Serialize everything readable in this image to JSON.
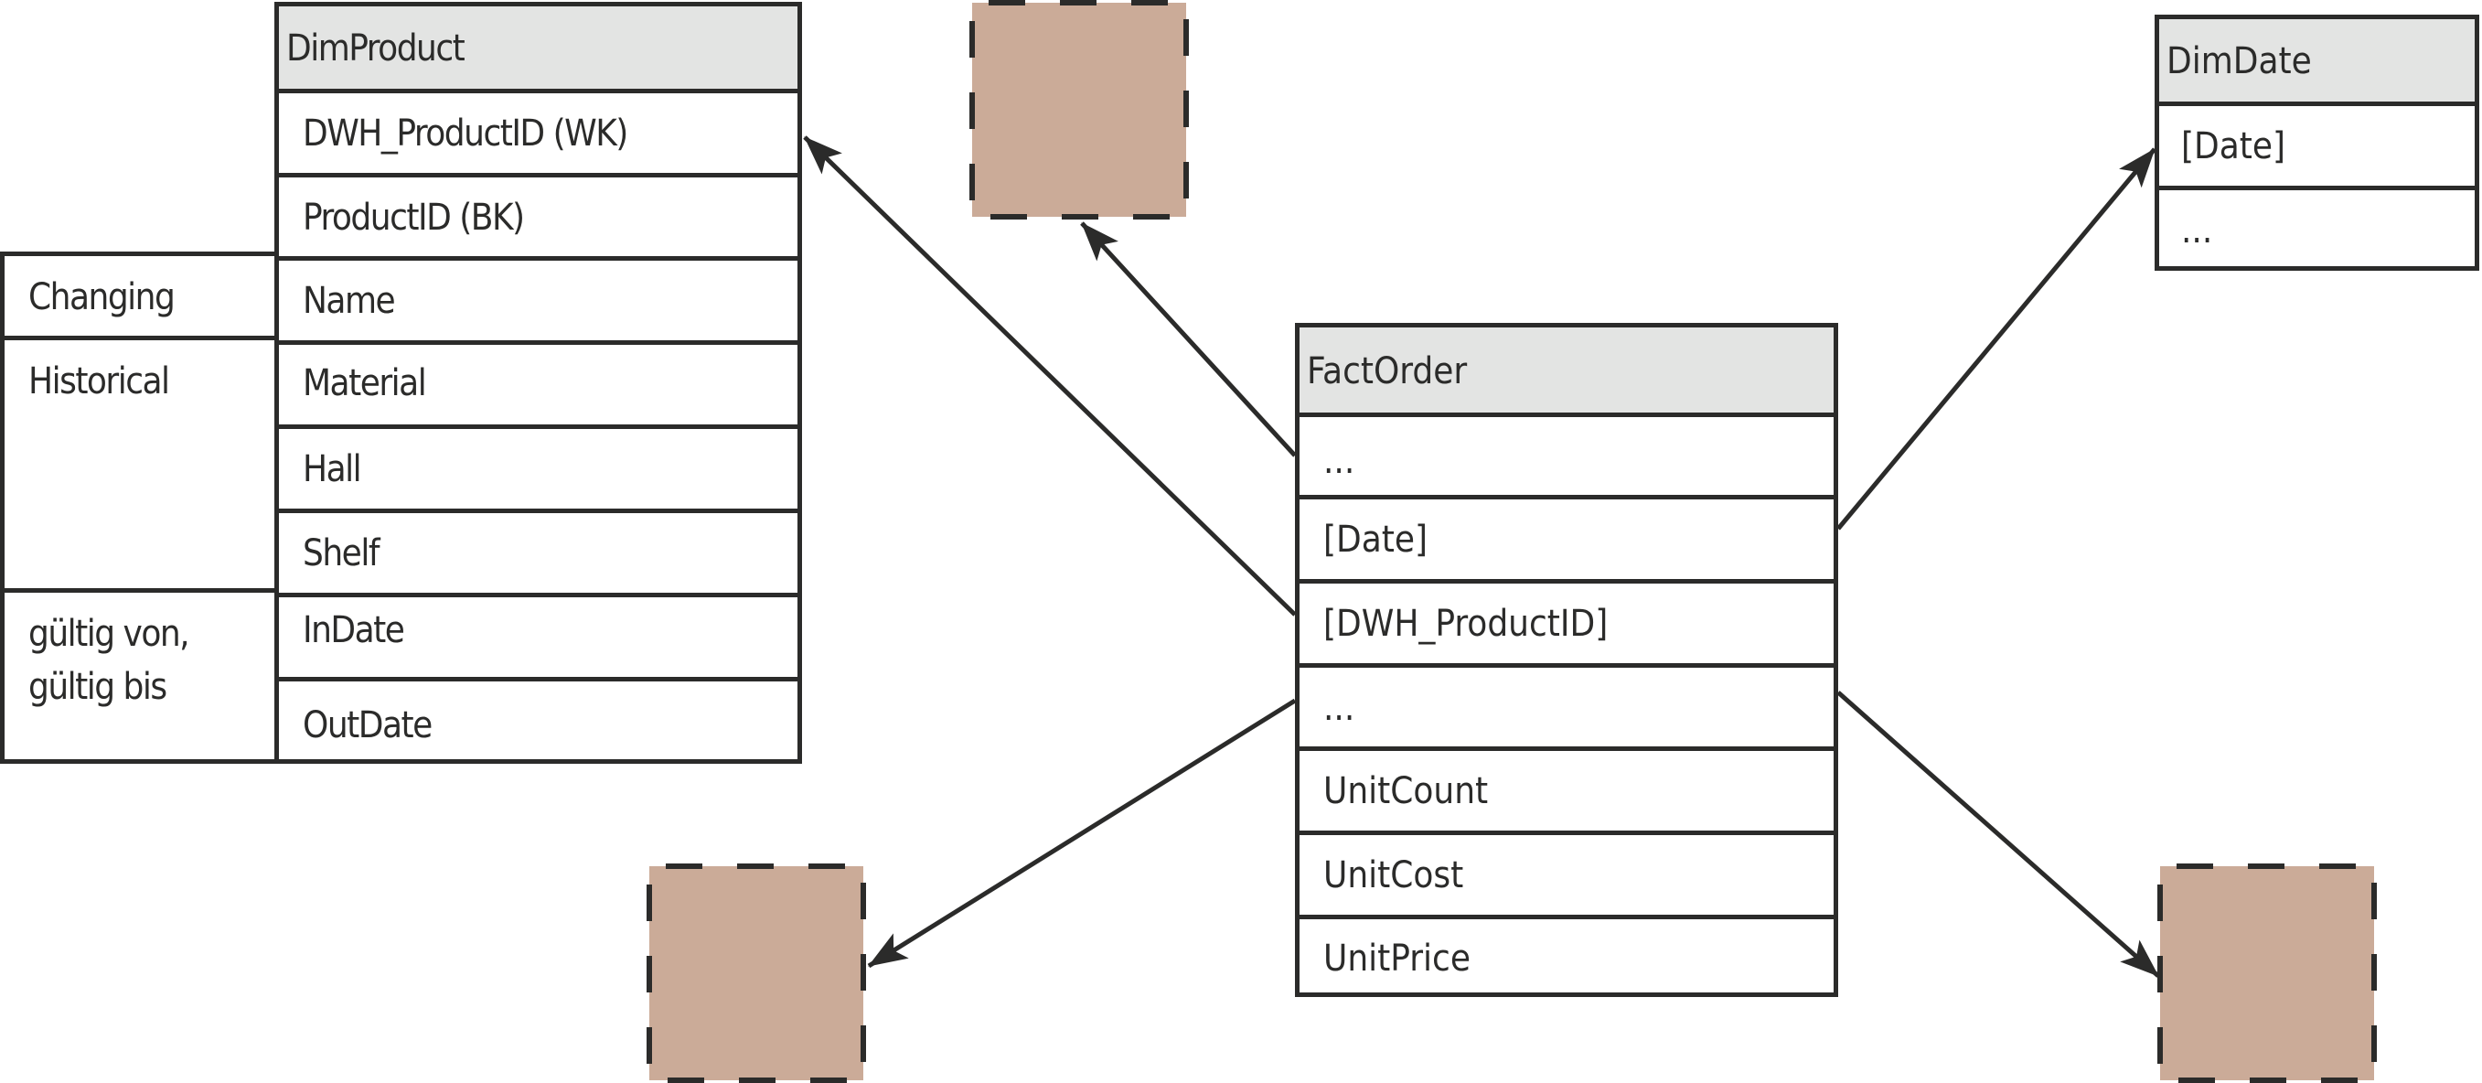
{
  "dim_product": {
    "title": "DimProduct",
    "rows": [
      "DWH_ProductID (WK)",
      "ProductID (BK)",
      "Name",
      "Material",
      "Hall",
      "Shelf",
      "InDate",
      "OutDate"
    ],
    "groups": [
      {
        "label": "Changing"
      },
      {
        "label": "Historical"
      },
      {
        "label_line1": "gültig von,",
        "label_line2": "gültig bis"
      }
    ]
  },
  "fact_order": {
    "title": "FactOrder",
    "rows": [
      "...",
      "[Date]",
      "[DWH_ProductID]",
      "...",
      "UnitCount",
      "UnitCost",
      "UnitPrice"
    ]
  },
  "dim_date": {
    "title": "DimDate",
    "rows": [
      "[Date]",
      "..."
    ]
  },
  "placeholders": {
    "fill_color": "#cbab98",
    "border_style": "dashed",
    "count": 3
  },
  "colors": {
    "line": "#2b2b2a",
    "header_bg": "#e3e4e3"
  },
  "relationships": [
    {
      "from": "FactOrder.[DWH_ProductID]",
      "to": "DimProduct.DWH_ProductID (WK)"
    },
    {
      "from": "FactOrder.[Date]",
      "to": "DimDate.[Date]"
    },
    {
      "from": "FactOrder",
      "to": "placeholder-top"
    },
    {
      "from": "FactOrder",
      "to": "placeholder-bottom-left"
    },
    {
      "from": "FactOrder",
      "to": "placeholder-bottom-right"
    }
  ]
}
